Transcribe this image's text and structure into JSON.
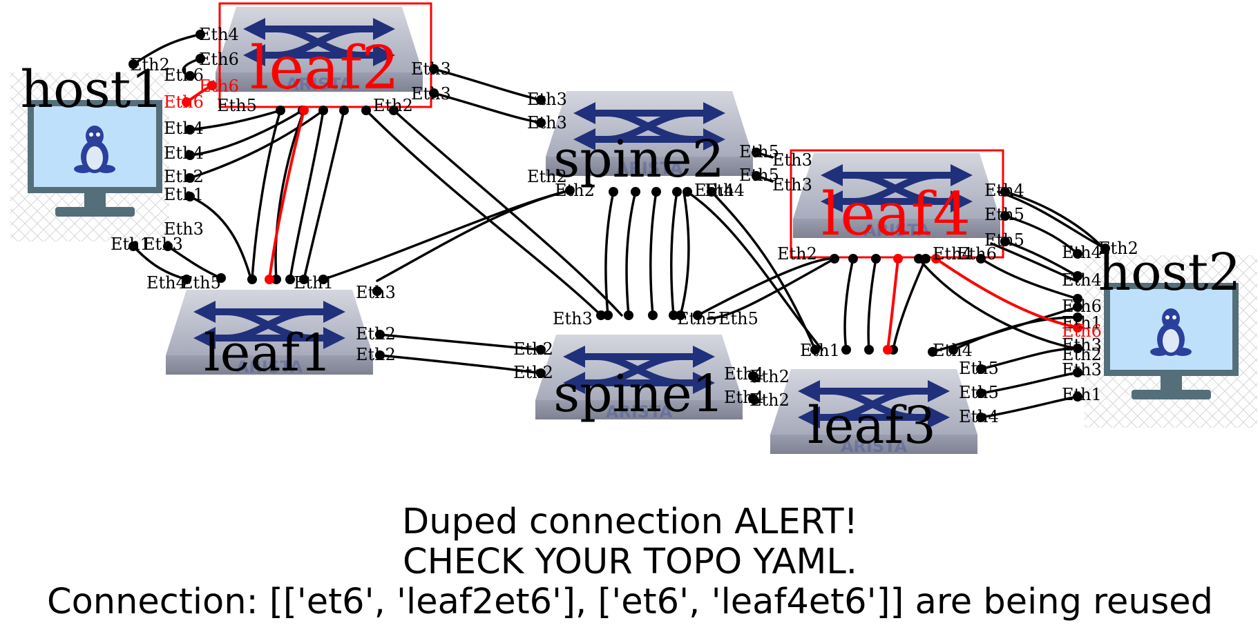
{
  "nodes": {
    "host1": {
      "label": "host1",
      "kind": "host",
      "highlight": false
    },
    "host2": {
      "label": "host2",
      "kind": "host",
      "highlight": false
    },
    "leaf1": {
      "label": "leaf1",
      "kind": "switch",
      "highlight": false
    },
    "leaf2": {
      "label": "leaf2",
      "kind": "switch",
      "highlight": true
    },
    "leaf3": {
      "label": "leaf3",
      "kind": "switch",
      "highlight": false
    },
    "leaf4": {
      "label": "leaf4",
      "kind": "switch",
      "highlight": true
    },
    "spine1": {
      "label": "spine1",
      "kind": "switch",
      "highlight": false
    },
    "spine2": {
      "label": "spine2",
      "kind": "switch",
      "highlight": false
    }
  },
  "switch_brand": "ARISTA",
  "colors": {
    "link": "#000000",
    "alert": "#ff0000",
    "switch_top": "#b9bcc9",
    "switch_arrows": "#21307a",
    "monitor": "#546e7a",
    "screen": "#bfe0fb",
    "tux": "#2b3f9c"
  },
  "ports": {
    "p1": "Eth4",
    "p2": "Eth6",
    "p3": "Eth2",
    "p4": "Eth6",
    "p5": "Eth6",
    "p6": "Eth6",
    "p7": "Eth5",
    "p8": "Eth4",
    "p9": "Eth4",
    "p10": "Eth2",
    "p11": "Eth1",
    "p12": "Eth3",
    "p13": "Eth1",
    "p14": "Eth3",
    "p15": "Eth4",
    "p16": "Eth5",
    "p17": "Eth3",
    "p18": "Eth3",
    "p19": "Eth3",
    "p20": "Eth3",
    "p21": "Eth5",
    "p22": "Eth3",
    "p23": "Eth5",
    "p24": "Eth3",
    "p25": "Eth2",
    "p26": "Eth2",
    "p27": "Eth4",
    "p28": "Eth2",
    "p29": "Eth2",
    "p30": "Eth2",
    "p31": "Eth2",
    "p32": "Eth4",
    "p33": "Eth2",
    "p34": "Eth4",
    "p35": "Eth2",
    "p36": "Eth4",
    "p37": "Eth5",
    "p38": "Eth5",
    "p39": "Eth2",
    "p40": "Eth6",
    "p41": "Eth2",
    "p42": "Eth4",
    "p43": "Eth4",
    "p44": "Eth6",
    "p45": "Eth1",
    "p46": "Eth6",
    "p47": "Eth3",
    "p48": "Eth2",
    "p49": "Eth3",
    "p50": "Eth1",
    "p51": "Eth5",
    "p52": "Eth5",
    "p53": "Eth4",
    "p54": "Eth4",
    "p55": "Eth5",
    "p56": "Eth5",
    "p57": "Eth3",
    "p58": "Eth1",
    "p59": "Eth3",
    "p60": "Eth1",
    "p61": "Eth4",
    "p62": "Eth2",
    "p63": "Eth4"
  },
  "alert": {
    "line1": "Duped connection ALERT!",
    "line2": "CHECK YOUR TOPO YAML.",
    "line3": "Connection: [['et6', 'leaf2et6'], ['et6', 'leaf4et6']] are being reused"
  }
}
